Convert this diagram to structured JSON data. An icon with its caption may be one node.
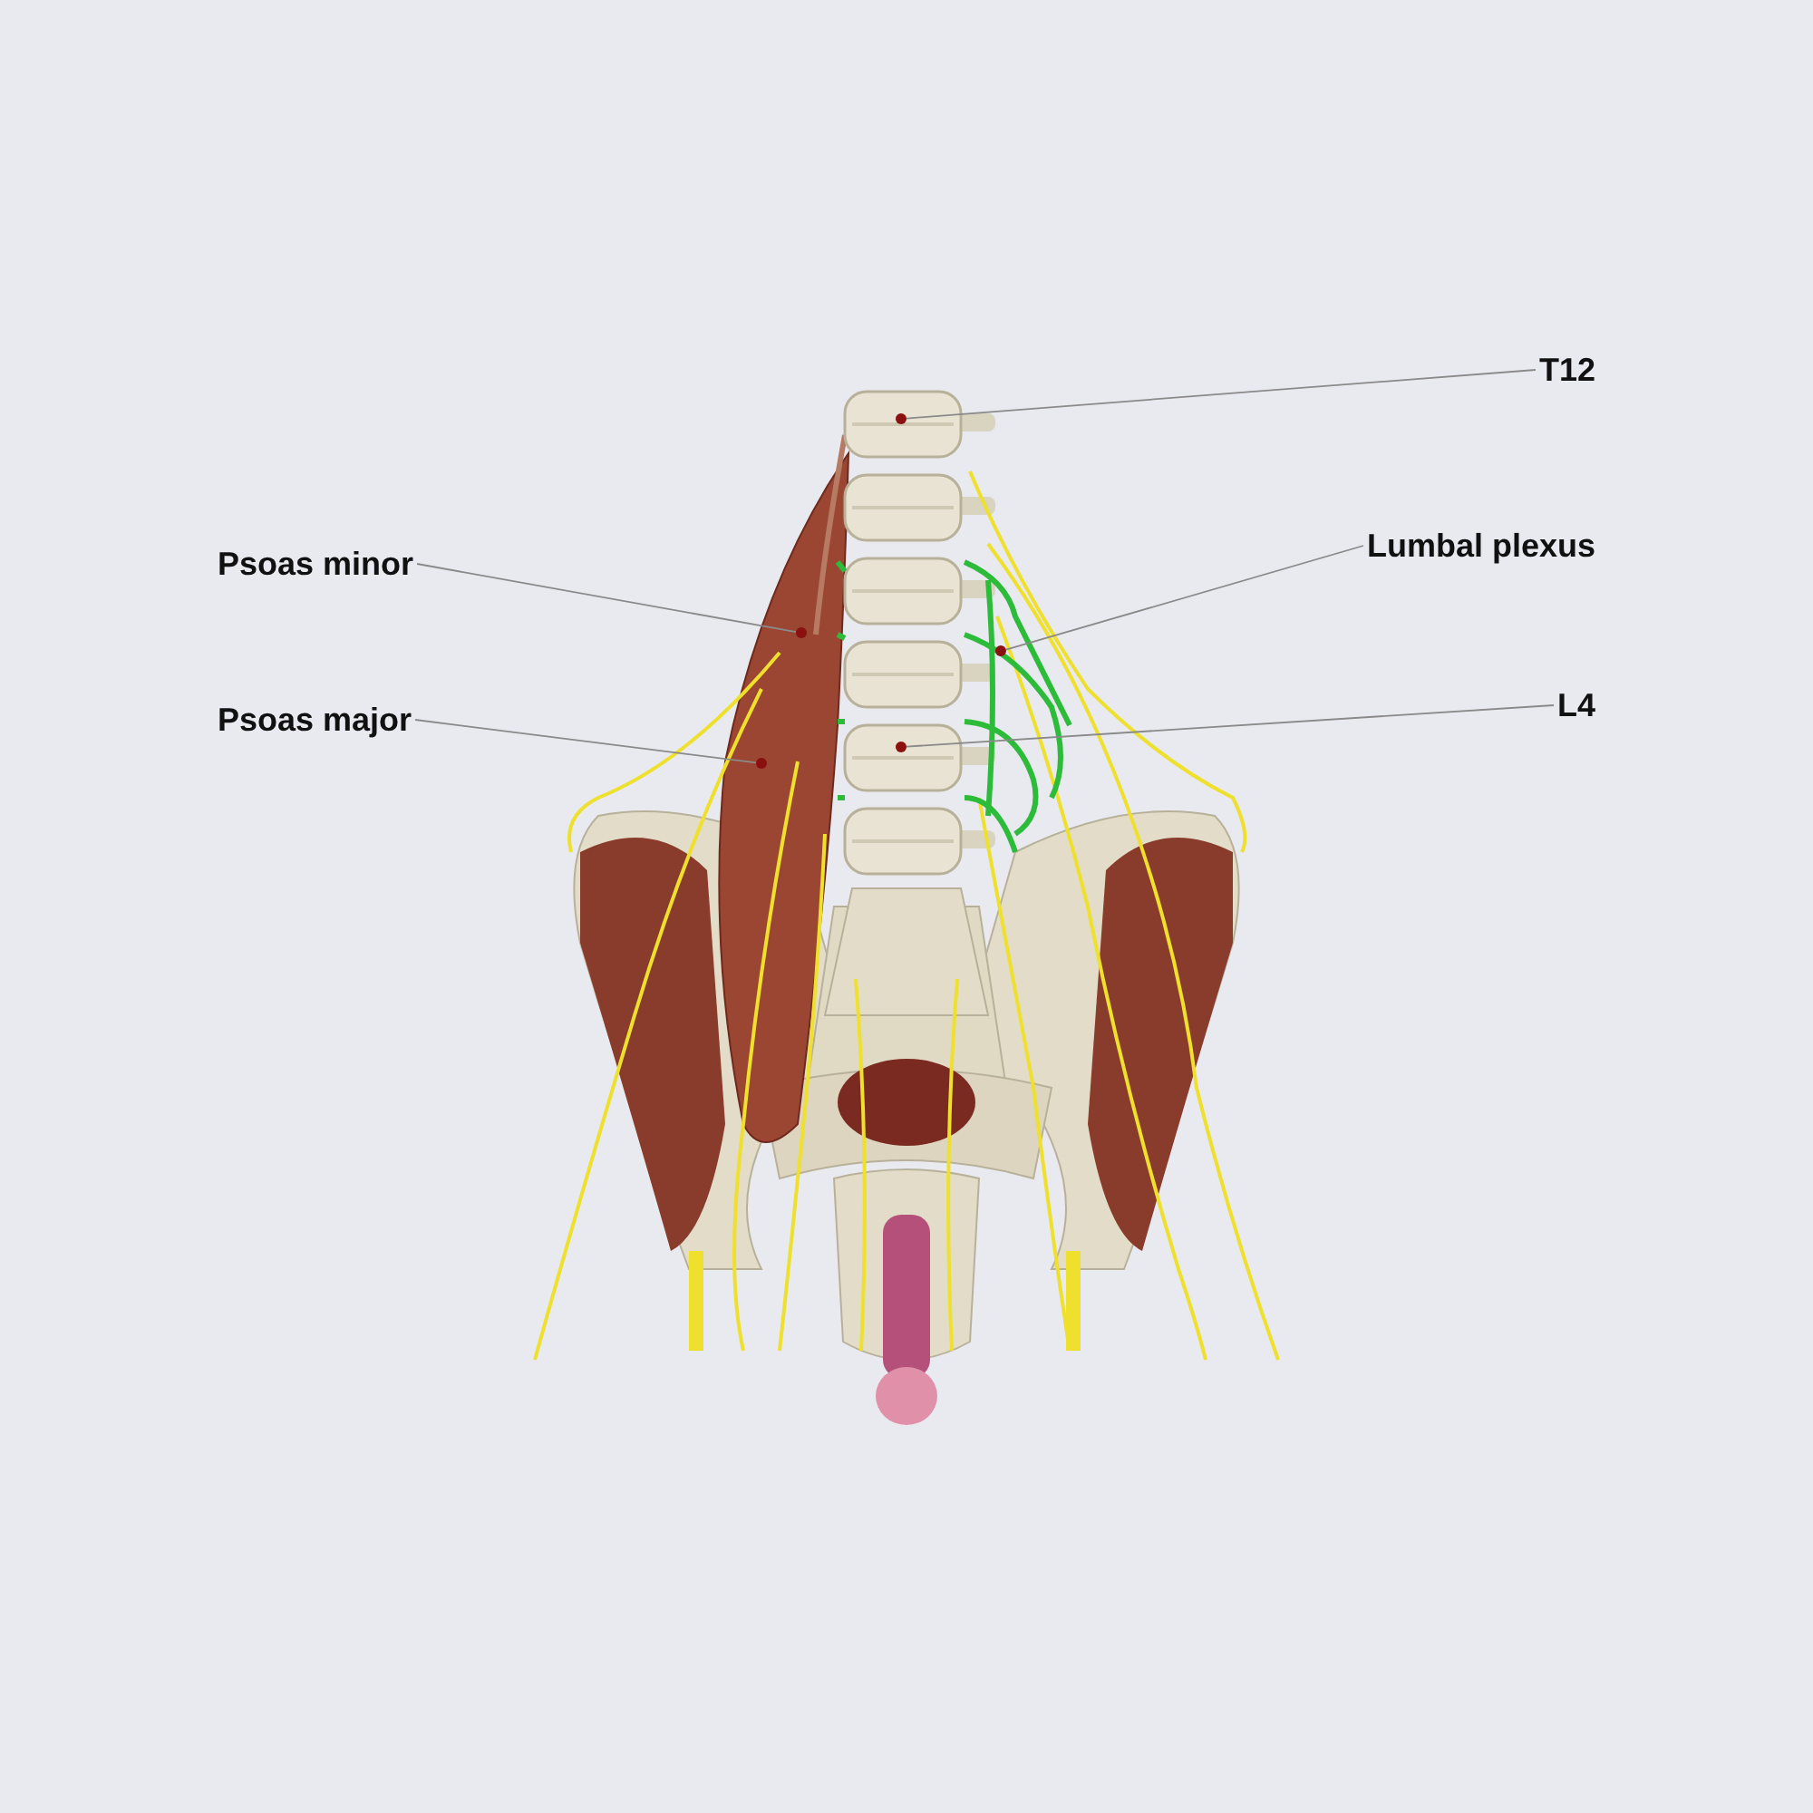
{
  "diagram": {
    "nodes": [
      {
        "text": [
          "T12"
        ]
      },
      {
        "text": [
          "Psoas minor"
        ]
      },
      {
        "text": [
          "Lumbal plexus"
        ]
      },
      {
        "text": [
          "Psoas major"
        ]
      },
      {
        "text": [
          "L4"
        ]
      },
      {
        "text": [],
        "shape": "circle"
      },
      {
        "text": [],
        "shape": "circle"
      },
      {
        "text": [],
        "shape": "circle"
      },
      {
        "text": [],
        "shape": "circle"
      },
      {
        "text": [],
        "shape": "circle"
      }
    ],
    "edges": [
      {
        "from": 0,
        "to": 5,
        "arrow": "none"
      },
      {
        "from": 1,
        "to": 6,
        "arrow": "none"
      },
      {
        "from": 2,
        "to": 7,
        "arrow": "none"
      },
      {
        "from": 3,
        "to": 8,
        "arrow": "none"
      },
      {
        "from": 4,
        "to": 9,
        "arrow": "none"
      }
    ]
  }
}
